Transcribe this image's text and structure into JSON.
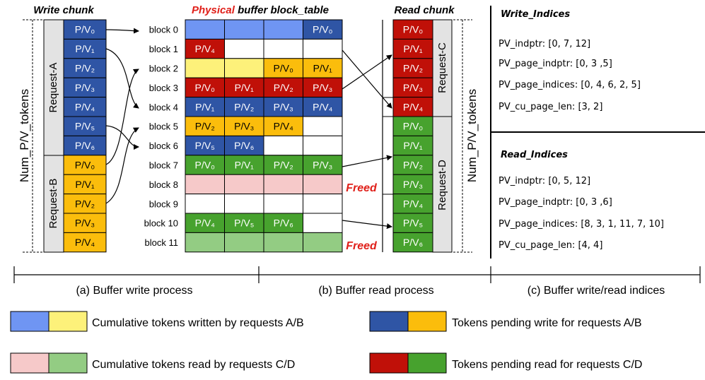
{
  "titles": {
    "write_chunk": "Write chunk",
    "physical": "Physical",
    "buffer_table": "buffer block_table",
    "read_chunk": "Read chunk"
  },
  "side_labels": {
    "num_left": "Num_P/V_tokens",
    "num_right": "Num_P/V_tokens",
    "request_a": "Request-A",
    "request_b": "Request-B",
    "request_c": "Request-C",
    "request_d": "Request-D"
  },
  "write_chunk": {
    "request_a": [
      "P/V₀",
      "P/V₁",
      "P/V₂",
      "P/V₃",
      "P/V₄",
      "P/V₅",
      "P/V₆"
    ],
    "request_b": [
      "P/V₀",
      "P/V₁",
      "P/V₂",
      "P/V₃",
      "P/V₄"
    ]
  },
  "read_chunk": {
    "request_c": [
      "P/V₀",
      "P/V₁",
      "P/V₂",
      "P/V₃",
      "P/V₄"
    ],
    "request_d": [
      "P/V₀",
      "P/V₁",
      "P/V₂",
      "P/V₃",
      "P/V₄",
      "P/V₅",
      "P/V₆"
    ]
  },
  "blocks": [
    {
      "label": "block 0",
      "cells": [
        {
          "c": "lb",
          "t": ""
        },
        {
          "c": "lb",
          "t": ""
        },
        {
          "c": "lb",
          "t": ""
        },
        {
          "c": "db",
          "t": "P/V₀"
        }
      ]
    },
    {
      "label": "block 1",
      "cells": [
        {
          "c": "r",
          "t": "P/V₄"
        },
        {
          "c": "w",
          "t": ""
        },
        {
          "c": "w",
          "t": ""
        },
        {
          "c": "w",
          "t": ""
        }
      ]
    },
    {
      "label": "block 2",
      "cells": [
        {
          "c": "ly",
          "t": ""
        },
        {
          "c": "ly",
          "t": ""
        },
        {
          "c": "y",
          "t": "P/V₀"
        },
        {
          "c": "y",
          "t": "P/V₁"
        }
      ]
    },
    {
      "label": "block 3",
      "cells": [
        {
          "c": "r",
          "t": "P/V₀"
        },
        {
          "c": "r",
          "t": "P/V₁"
        },
        {
          "c": "r",
          "t": "P/V₂"
        },
        {
          "c": "r",
          "t": "P/V₃"
        }
      ]
    },
    {
      "label": "block 4",
      "cells": [
        {
          "c": "db",
          "t": "P/V₁"
        },
        {
          "c": "db",
          "t": "P/V₂"
        },
        {
          "c": "db",
          "t": "P/V₃"
        },
        {
          "c": "db",
          "t": "P/V₄"
        }
      ]
    },
    {
      "label": "block 5",
      "cells": [
        {
          "c": "y",
          "t": "P/V₂"
        },
        {
          "c": "y",
          "t": "P/V₃"
        },
        {
          "c": "y",
          "t": "P/V₄"
        },
        {
          "c": "w",
          "t": ""
        }
      ]
    },
    {
      "label": "block 6",
      "cells": [
        {
          "c": "db",
          "t": "P/V₅"
        },
        {
          "c": "db",
          "t": "P/V₆"
        },
        {
          "c": "w",
          "t": ""
        },
        {
          "c": "w",
          "t": ""
        }
      ]
    },
    {
      "label": "block 7",
      "cells": [
        {
          "c": "g",
          "t": "P/V₀"
        },
        {
          "c": "g",
          "t": "P/V₁"
        },
        {
          "c": "g",
          "t": "P/V₂"
        },
        {
          "c": "g",
          "t": "P/V₃"
        }
      ]
    },
    {
      "label": "block 8",
      "cells": [
        {
          "c": "pk",
          "t": ""
        },
        {
          "c": "pk",
          "t": ""
        },
        {
          "c": "pk",
          "t": ""
        },
        {
          "c": "pk",
          "t": ""
        }
      ]
    },
    {
      "label": "block 9",
      "cells": [
        {
          "c": "w",
          "t": ""
        },
        {
          "c": "w",
          "t": ""
        },
        {
          "c": "w",
          "t": ""
        },
        {
          "c": "w",
          "t": ""
        }
      ]
    },
    {
      "label": "block 10",
      "cells": [
        {
          "c": "g",
          "t": "P/V₄"
        },
        {
          "c": "g",
          "t": "P/V₅"
        },
        {
          "c": "g",
          "t": "P/V₆"
        },
        {
          "c": "w",
          "t": ""
        }
      ]
    },
    {
      "label": "block 11",
      "cells": [
        {
          "c": "lg",
          "t": ""
        },
        {
          "c": "lg",
          "t": ""
        },
        {
          "c": "lg",
          "t": ""
        },
        {
          "c": "lg",
          "t": ""
        }
      ]
    }
  ],
  "freed_label": "Freed",
  "write_indices": {
    "title": "Write_Indices",
    "lines": [
      "PV_indptr: [0, 7, 12]",
      "PV_page_indptr: [0, 3 ,5]",
      "PV_page_indices: [0, 4, 6, 2, 5]",
      "PV_cu_page_len: [3, 2]"
    ]
  },
  "read_indices": {
    "title": "Read_Indices",
    "lines": [
      "PV_indptr: [0, 5, 12]",
      "PV_page_indptr: [0, 3 ,6]",
      "PV_page_indices: [8, 3, 1, 11, 7, 10]",
      "PV_cu_page_len: [4, 4]"
    ]
  },
  "captions": {
    "a": "(a) Buffer write process",
    "b": "(b) Buffer read process",
    "c": "(c) Buffer write/read indices"
  },
  "legend": [
    {
      "text": "Cumulative tokens written by requests A/B",
      "colors": [
        "lb",
        "ly"
      ]
    },
    {
      "text": "Tokens pending write for requests A/B",
      "colors": [
        "db",
        "y"
      ]
    },
    {
      "text": "Cumulative tokens read by requests C/D",
      "colors": [
        "pk",
        "lg"
      ]
    },
    {
      "text": "Tokens pending read for requests C/D",
      "colors": [
        "r",
        "g"
      ]
    }
  ],
  "colors": {
    "lb": "#6f95f3",
    "db": "#2f55a5",
    "ly": "#fdf17a",
    "y": "#fbbd0c",
    "r": "#c01008",
    "g": "#47a22e",
    "lg": "#93cc83",
    "pk": "#f6c9c9",
    "w": "#ffffff",
    "gray": "#e3e3e3",
    "freed": "#e0201a"
  }
}
